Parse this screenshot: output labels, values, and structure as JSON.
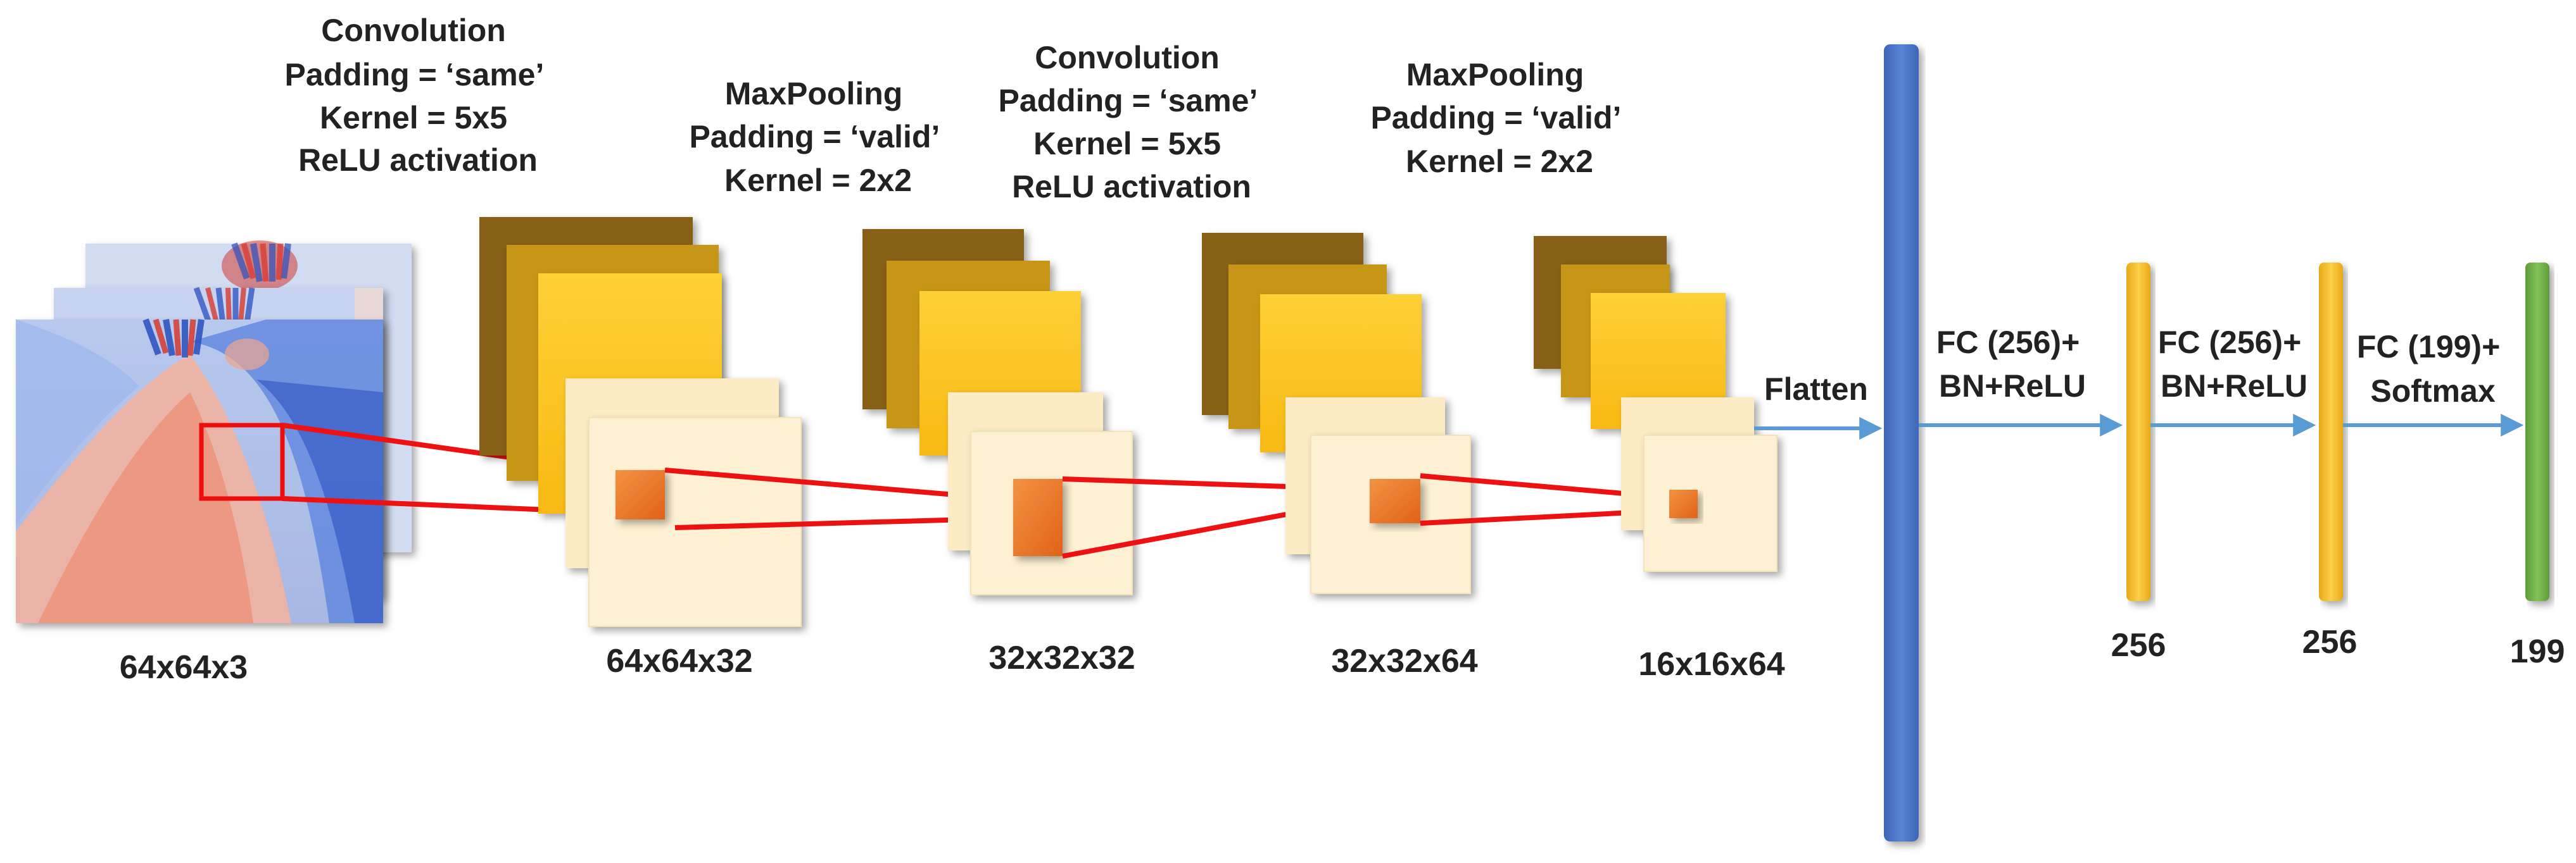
{
  "input": {
    "dimension": "64x64x3"
  },
  "layers": [
    {
      "operation": [
        "Convolution",
        "Padding = ‘same’",
        "Kernel = 5x5",
        "ReLU activation"
      ],
      "output_dimension": "64x64x32"
    },
    {
      "operation": [
        "MaxPooling",
        "Padding = ‘valid’",
        "Kernel = 2x2"
      ],
      "output_dimension": "32x32x32"
    },
    {
      "operation": [
        "Convolution",
        "Padding = ‘same’",
        "Kernel = 5x5",
        "ReLU activation"
      ],
      "output_dimension": "32x32x64"
    },
    {
      "operation": [
        "MaxPooling",
        "Padding = ‘valid’",
        "Kernel = 2x2"
      ],
      "output_dimension": "16x16x64"
    }
  ],
  "flatten_label": "Flatten",
  "dense": [
    {
      "label": [
        "FC (256)+",
        "BN+ReLU"
      ],
      "size": "256"
    },
    {
      "label": [
        "FC (256)+",
        "BN+ReLU"
      ],
      "size": "256"
    },
    {
      "label": [
        "FC (199)+",
        "Softmax"
      ],
      "size": "199"
    }
  ],
  "colors": {
    "flatten_bar": "#4a73c4",
    "fc_bar": "#f2b824",
    "output_bar": "#6aa842",
    "arrow": "#5b9bd5",
    "receptive_field": "#ee1111",
    "feature_map_dark": "#866014",
    "feature_map_mid": "#c89612",
    "feature_map_bright": "#fcc419",
    "feature_map_light": "#fcebc4",
    "kernel_patch": "#ec7322"
  }
}
